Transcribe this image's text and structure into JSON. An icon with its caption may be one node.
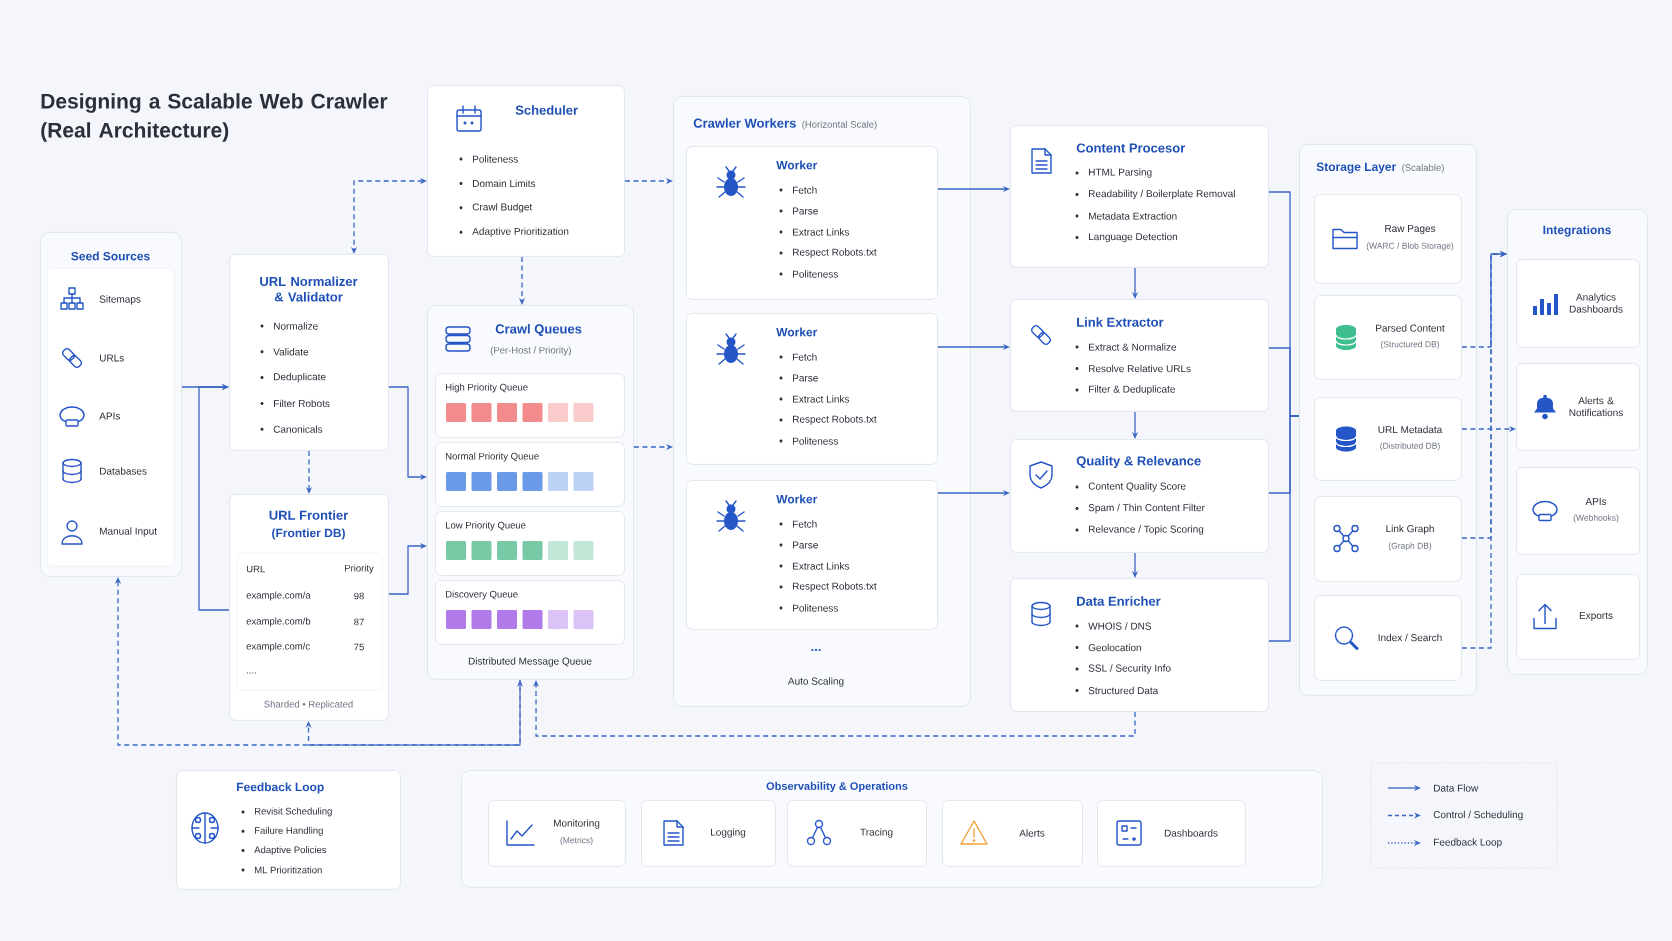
{
  "diagram": {
    "title": "Designing a Scalable Web Crawler (Real Architecture)",
    "nodes": [
      {
        "text": [
          "Seed Sources",
          "Sitemaps",
          "URLs",
          "APIs",
          "Databases",
          "Manual Input"
        ]
      },
      {
        "text": [
          "URL Normalizer & Validator",
          "Normalize",
          "Validate",
          "Deduplicate",
          "Filter Robots",
          "Canonicals"
        ]
      },
      {
        "text": [
          "URL Frontier",
          "(Frontier DB)",
          "URL",
          "Priority",
          "example.com/a",
          "98",
          "example.com/b",
          "87",
          "example.com/c",
          "75",
          "....",
          "Sharded • Replicated"
        ]
      },
      {
        "text": [
          "Scheduler",
          "Politeness",
          "Domain Limits",
          "Crawl Budget",
          "Adaptive Prioritization"
        ]
      },
      {
        "text": [
          "Crawl Queues",
          "(Per-Host / Priority)",
          "Distributed Message Queue"
        ]
      },
      {
        "text": [
          "High Priority Queue"
        ],
        "in": 4
      },
      {
        "text": [
          "Normal Priority Queue"
        ],
        "in": 4
      },
      {
        "text": [
          "Low Priority Queue"
        ],
        "in": 4
      },
      {
        "text": [
          "Discovery Queue"
        ],
        "in": 4
      },
      {
        "text": [
          "Crawler Workers",
          "(Horizontal Scale)",
          "...",
          "Auto Scaling"
        ]
      },
      {
        "text": [
          "Worker",
          "Fetch",
          "Parse",
          "Extract Links",
          "Respect Robots.txt",
          "Politeness"
        ],
        "in": 9
      },
      {
        "text": [
          "Worker",
          "Fetch",
          "Parse",
          "Extract Links",
          "Respect Robots.txt",
          "Politeness"
        ],
        "in": 9
      },
      {
        "text": [
          "Worker",
          "Fetch",
          "Parse",
          "Extract Links",
          "Respect Robots.txt",
          "Politeness"
        ],
        "in": 9
      },
      {
        "text": [
          "Content Procesor",
          "HTML Parsing",
          "Readability / Boilerplate Removal",
          "Metadata Extraction",
          "Language Detection"
        ]
      },
      {
        "text": [
          "Link Extractor",
          "Extract & Normalize",
          "Resolve Relative URLs",
          "Filter & Deduplicate"
        ]
      },
      {
        "text": [
          "Quality & Relevance",
          "Content Quality Score",
          "Spam / Thin Content Filter",
          "Relevance / Topic Scoring"
        ]
      },
      {
        "text": [
          "Data Enricher",
          "WHOIS / DNS",
          "Geolocation",
          "SSL / Security Info",
          "Structured Data"
        ]
      },
      {
        "text": [
          "Storage Layer",
          "(Scalable)"
        ]
      },
      {
        "text": [
          "Raw Pages",
          "(WARC / Blob Storage)"
        ],
        "in": 17
      },
      {
        "text": [
          "Parsed Content",
          "(Structured DB)"
        ],
        "in": 17
      },
      {
        "text": [
          "URL Metadata",
          "(Distributed DB)"
        ],
        "in": 17
      },
      {
        "text": [
          "Link Graph",
          "(Graph DB)"
        ],
        "in": 17
      },
      {
        "text": [
          "Index / Search"
        ],
        "in": 17
      },
      {
        "text": [
          "Integrations"
        ]
      },
      {
        "text": [
          "Analytics Dashboards"
        ],
        "in": 23
      },
      {
        "text": [
          "Alerts & Notifications"
        ],
        "in": 23
      },
      {
        "text": [
          "APIs",
          "(Webhooks)"
        ],
        "in": 23
      },
      {
        "text": [
          "Exports"
        ],
        "in": 23
      },
      {
        "text": [
          "Feedback Loop",
          "Revisit Scheduling",
          "Failure Handling",
          "Adaptive Policies",
          "ML Prioritization"
        ]
      },
      {
        "text": [
          "Observability & Operations"
        ]
      },
      {
        "text": [
          "Monitoring",
          "(Metrics)"
        ],
        "in": 29
      },
      {
        "text": [
          "Logging"
        ],
        "in": 29
      },
      {
        "text": [
          "Tracing"
        ],
        "in": 29
      },
      {
        "text": [
          "Alerts"
        ],
        "in": 29
      },
      {
        "text": [
          "Dashboards"
        ],
        "in": 29
      }
    ],
    "edges": [
      {
        "from": 0,
        "to": 1,
        "arrow": "to"
      },
      {
        "from": 2,
        "to": 1,
        "arrow": "to"
      },
      {
        "from": 1,
        "to": 2,
        "arrow": "to",
        "style": "dashed"
      },
      {
        "from": 1,
        "to": 4,
        "arrow": "to"
      },
      {
        "from": 2,
        "to": 4,
        "arrow": "to"
      },
      {
        "from": 3,
        "to": 1,
        "arrow": "both",
        "style": "dashed"
      },
      {
        "from": 3,
        "to": 4,
        "arrow": "to",
        "style": "dashed"
      },
      {
        "from": 3,
        "to": 9,
        "arrow": "to",
        "style": "dashed"
      },
      {
        "from": 4,
        "to": 9,
        "arrow": "to",
        "style": "dashed"
      },
      {
        "from": 10,
        "to": 13,
        "arrow": "to"
      },
      {
        "from": 11,
        "to": 14,
        "arrow": "to"
      },
      {
        "from": 12,
        "to": 15,
        "arrow": "to"
      },
      {
        "from": 13,
        "to": 14,
        "arrow": "to"
      },
      {
        "from": 14,
        "to": 15,
        "arrow": "to"
      },
      {
        "from": 15,
        "to": 16,
        "arrow": "to"
      },
      {
        "from": 13,
        "to": 17,
        "arrow": "none"
      },
      {
        "from": 14,
        "to": 17,
        "arrow": "none"
      },
      {
        "from": 15,
        "to": 17,
        "arrow": "none"
      },
      {
        "from": 16,
        "to": 17,
        "arrow": "none"
      },
      {
        "from": 19,
        "to": 23,
        "arrow": "to",
        "style": "dashed"
      },
      {
        "from": 21,
        "to": 23,
        "arrow": "to",
        "style": "dashed"
      },
      {
        "from": 22,
        "to": 23,
        "arrow": "to",
        "style": "dashed"
      },
      {
        "from": 20,
        "to": 25,
        "arrow": "to",
        "style": "dashed"
      },
      {
        "from": 16,
        "to": 4,
        "arrow": "to",
        "style": "dashed"
      },
      {
        "from": 0,
        "to": 4,
        "arrow": "both",
        "style": "dashed"
      },
      {
        "from": 4,
        "to": 2,
        "arrow": "to",
        "style": "dashed"
      }
    ],
    "legend": [
      {
        "text": "Data Flow"
      },
      {
        "text": "Control / Scheduling"
      },
      {
        "text": "Feedback Loop"
      }
    ]
  }
}
